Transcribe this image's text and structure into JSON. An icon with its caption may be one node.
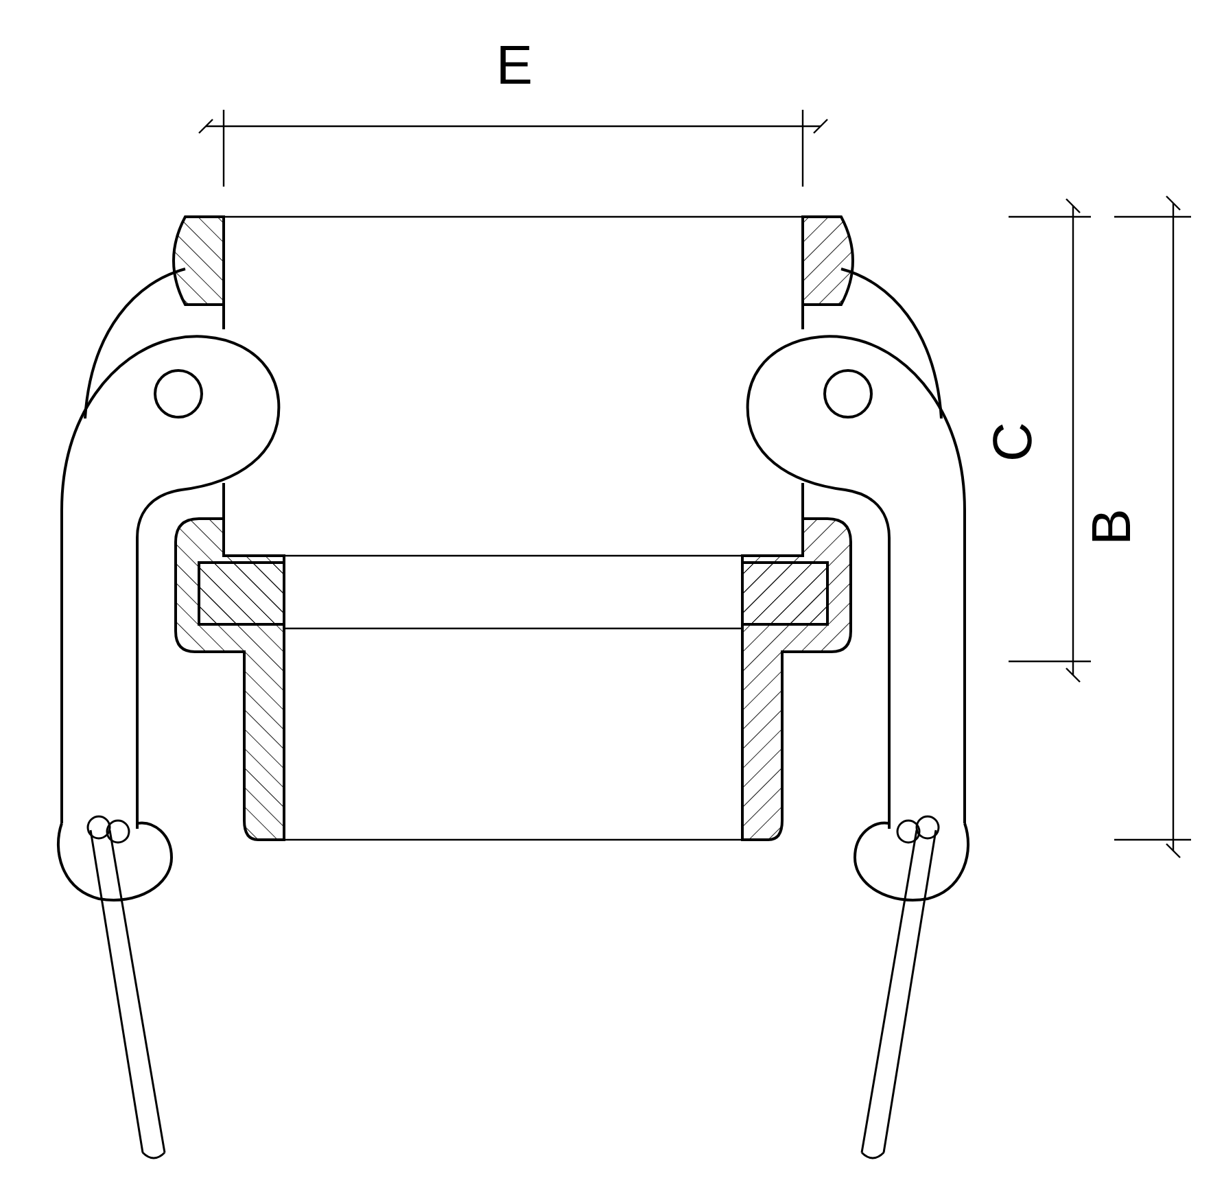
{
  "diagram": {
    "labels": [
      "E",
      "C",
      "B"
    ]
  }
}
